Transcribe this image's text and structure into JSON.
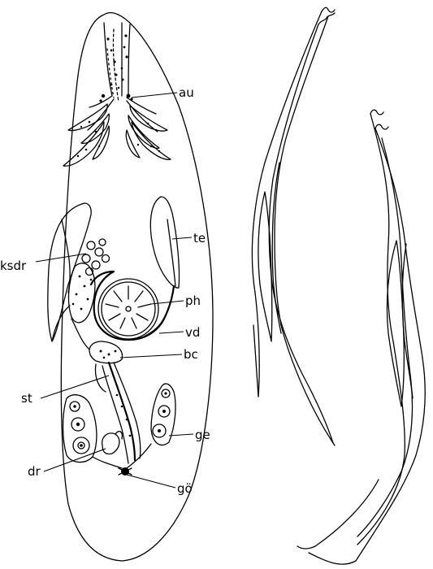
{
  "labels": {
    "au": "au",
    "te": "te",
    "ksdr": "ksdr",
    "ph": "ph",
    "vd": "vd",
    "bc": "bc",
    "st": "st",
    "ge": "ge",
    "dr": "dr",
    "go": "gö"
  }
}
